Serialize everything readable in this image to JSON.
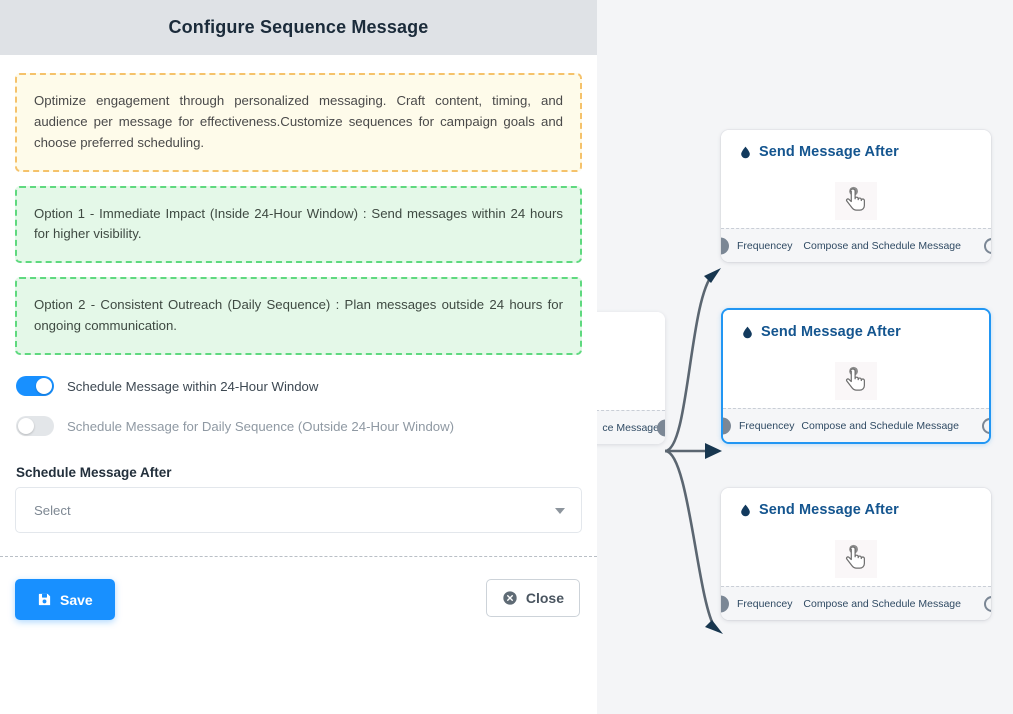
{
  "panel": {
    "title": "Configure Sequence Message",
    "callouts": [
      {
        "kind": "warn",
        "text": "Optimize engagement through personalized messaging. Craft content, timing, and audience per message for effectiveness.Customize sequences for campaign goals and choose preferred scheduling."
      },
      {
        "kind": "ok",
        "text": "Option 1 - Immediate Impact (Inside 24-Hour Window) : Send messages within 24 hours for higher visibility."
      },
      {
        "kind": "ok",
        "text": "Option 2 - Consistent Outreach (Daily Sequence) : Plan messages outside 24 hours for ongoing communication."
      }
    ],
    "toggles": [
      {
        "label": "Schedule Message within 24-Hour Window",
        "state": "on"
      },
      {
        "label": "Schedule Message for Daily Sequence (Outside 24-Hour Window)",
        "state": "off"
      }
    ],
    "field": {
      "label": "Schedule Message After",
      "value": "Select",
      "placeholder": "Select"
    },
    "footer": {
      "save_label": "Save",
      "close_label": "Close"
    }
  },
  "canvas": {
    "partial_node": {
      "foot_right": "ce Message"
    },
    "nodes": [
      {
        "title": "Send Message After",
        "foot_left": "Frequencey",
        "foot_right": "Compose and Schedule Message",
        "selected": false
      },
      {
        "title": "Send Message After",
        "foot_left": "Frequencey",
        "foot_right": "Compose and Schedule Message",
        "selected": true
      },
      {
        "title": "Send Message After",
        "foot_left": "Frequencey",
        "foot_right": "Compose and Schedule Message",
        "selected": false
      }
    ]
  },
  "colors": {
    "accent_blue": "#1890ff",
    "selected_border": "#2196f3",
    "node_title": "#14558f",
    "header_bg": "#dfe2e6",
    "canvas_bg": "#f4f5f7",
    "warn_border": "#f5c26b",
    "warn_bg": "#fefbea",
    "ok_border": "#5fd97f",
    "ok_bg": "#e4f8e8",
    "edge_stroke": "#5b6671",
    "port": "#7b8795"
  }
}
